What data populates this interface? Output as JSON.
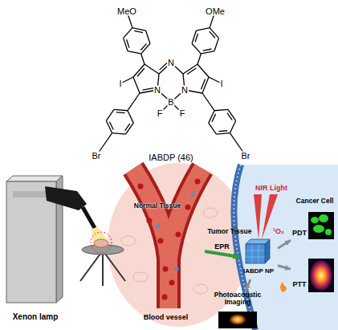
{
  "diagram": {
    "nodes": [
      {
        "text": [
          "Blood vessel"
        ]
      },
      {
        "text": [
          "IABDP NP"
        ]
      },
      {
        "text": [
          "PDT"
        ]
      },
      {
        "text": [
          "PTT"
        ]
      },
      {
        "text": [
          "Photoacoustic Imaging"
        ]
      }
    ],
    "edges": [
      {
        "from": 0,
        "to": 1,
        "label": "EPR",
        "arrow": "to"
      },
      {
        "from": 1,
        "to": 2,
        "arrow": "to"
      },
      {
        "from": 1,
        "to": 3,
        "arrow": "to"
      },
      {
        "from": 1,
        "to": 4,
        "arrow": "to"
      }
    ],
    "labels": [
      "MeO",
      "OMe",
      "N",
      "I",
      "N",
      "N",
      "I",
      "B",
      "F",
      "F",
      "Br",
      "Br",
      "IABDP (46)",
      "Xenon lamp",
      "Normal Tissue",
      "NIR Light",
      "Tumor Tissue",
      "Cancer Cell",
      "¹O₂"
    ]
  }
}
